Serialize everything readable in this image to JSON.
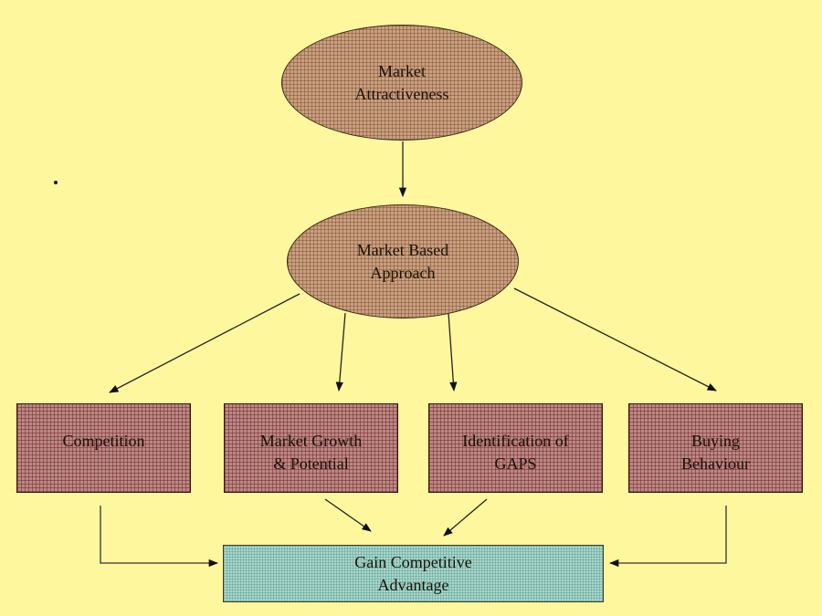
{
  "diagram": {
    "top_node": {
      "label": "Market\nAttractiveness"
    },
    "middle_node": {
      "label": "Market Based\nApproach"
    },
    "factors": [
      {
        "label": "Competition"
      },
      {
        "label": "Market Growth\n& Potential"
      },
      {
        "label": "Identification of\nGAPS"
      },
      {
        "label": "Buying\nBehaviour"
      }
    ],
    "outcome_node": {
      "label": "Gain Competitive\nAdvantage"
    },
    "edges": [
      {
        "from": "Market Attractiveness",
        "to": "Market Based Approach"
      },
      {
        "from": "Market Based Approach",
        "to": "Competition"
      },
      {
        "from": "Market Based Approach",
        "to": "Market Growth & Potential"
      },
      {
        "from": "Market Based Approach",
        "to": "Identification of GAPS"
      },
      {
        "from": "Market Based Approach",
        "to": "Buying Behaviour"
      },
      {
        "from": "Competition",
        "to": "Gain Competitive Advantage"
      },
      {
        "from": "Market Growth & Potential",
        "to": "Gain Competitive Advantage"
      },
      {
        "from": "Identification of GAPS",
        "to": "Gain Competitive Advantage"
      },
      {
        "from": "Buying Behaviour",
        "to": "Gain Competitive Advantage"
      }
    ],
    "colors": {
      "background": "#fff79e",
      "ellipse_fill": "#c9a07e",
      "factor_fill": "#b98a83",
      "outcome_fill": "#a9d8c9",
      "line": "#1a1a1a"
    }
  }
}
